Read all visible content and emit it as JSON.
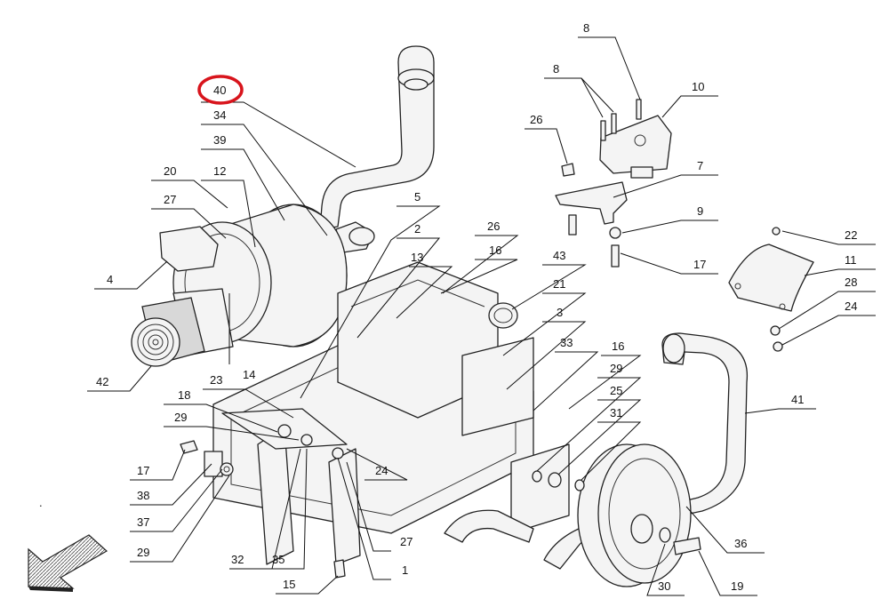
{
  "diagram": {
    "highlighted_callout": "40",
    "highlight_color": "#d8141c",
    "callouts": [
      {
        "id": "c40",
        "label": "40",
        "highlighted": true
      },
      {
        "id": "c34",
        "label": "34"
      },
      {
        "id": "c39",
        "label": "39"
      },
      {
        "id": "c20",
        "label": "20"
      },
      {
        "id": "c12",
        "label": "12"
      },
      {
        "id": "c27a",
        "label": "27"
      },
      {
        "id": "c4",
        "label": "4"
      },
      {
        "id": "c42",
        "label": "42"
      },
      {
        "id": "c14",
        "label": "14"
      },
      {
        "id": "c18",
        "label": "18"
      },
      {
        "id": "c23",
        "label": "23"
      },
      {
        "id": "c29a",
        "label": "29"
      },
      {
        "id": "c17a",
        "label": "17"
      },
      {
        "id": "c38",
        "label": "38"
      },
      {
        "id": "c37",
        "label": "37"
      },
      {
        "id": "c29b",
        "label": "29"
      },
      {
        "id": "c32",
        "label": "32"
      },
      {
        "id": "c35",
        "label": "35"
      },
      {
        "id": "c15",
        "label": "15"
      },
      {
        "id": "c27b",
        "label": "27"
      },
      {
        "id": "c1",
        "label": "1"
      },
      {
        "id": "c24a",
        "label": "24"
      },
      {
        "id": "c5",
        "label": "5"
      },
      {
        "id": "c2",
        "label": "2"
      },
      {
        "id": "c13",
        "label": "13"
      },
      {
        "id": "c26a",
        "label": "26"
      },
      {
        "id": "c16a",
        "label": "16"
      },
      {
        "id": "c43",
        "label": "43"
      },
      {
        "id": "c21",
        "label": "21"
      },
      {
        "id": "c3",
        "label": "3"
      },
      {
        "id": "c33",
        "label": "33"
      },
      {
        "id": "c16b",
        "label": "16"
      },
      {
        "id": "c29c",
        "label": "29"
      },
      {
        "id": "c25",
        "label": "25"
      },
      {
        "id": "c31",
        "label": "31"
      },
      {
        "id": "c8a",
        "label": "8"
      },
      {
        "id": "c8b",
        "label": "8"
      },
      {
        "id": "c10",
        "label": "10"
      },
      {
        "id": "c26b",
        "label": "26"
      },
      {
        "id": "c7",
        "label": "7"
      },
      {
        "id": "c9",
        "label": "9"
      },
      {
        "id": "c17b",
        "label": "17"
      },
      {
        "id": "c22",
        "label": "22"
      },
      {
        "id": "c11",
        "label": "11"
      },
      {
        "id": "c28",
        "label": "28"
      },
      {
        "id": "c24b",
        "label": "24"
      },
      {
        "id": "c41",
        "label": "41"
      },
      {
        "id": "c36",
        "label": "36"
      },
      {
        "id": "c30",
        "label": "30"
      },
      {
        "id": "c19",
        "label": "19"
      }
    ]
  }
}
